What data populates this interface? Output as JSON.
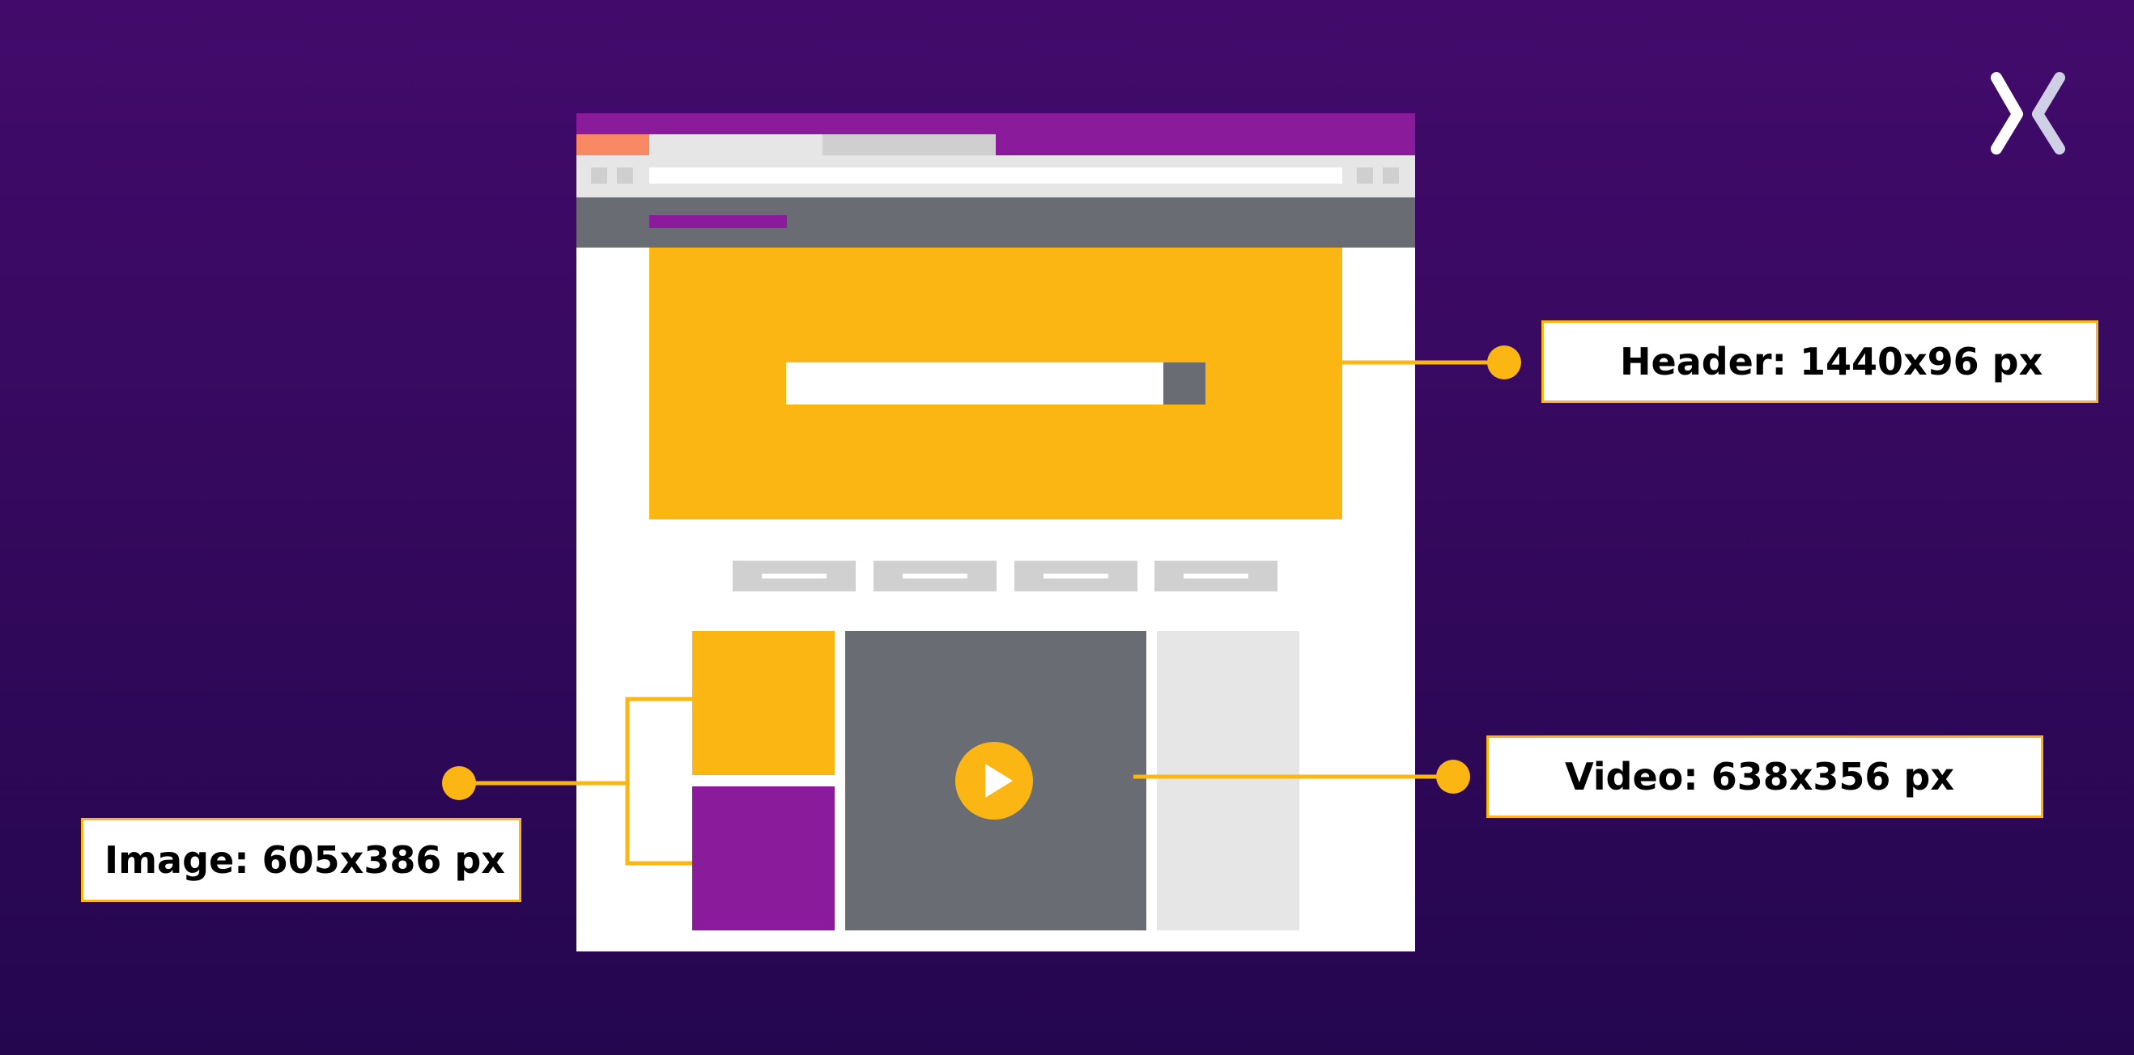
{
  "colors": {
    "background_top": "#420b6b",
    "background_bottom": "#24064f",
    "browser_bar": "#8a1c9c",
    "active_tab": "#f98965",
    "tab_inactive_light": "#e6e6e6",
    "tab_inactive_dark": "#cfcfcf",
    "nav_bar": "#6a6c74",
    "accent": "#fbb614",
    "gray_tile": "#6a6c74",
    "light_tile": "#e6e6e6",
    "purple_tile": "#8a1c9c",
    "button": "#d0d0d0",
    "white": "#ffffff"
  },
  "logo": {
    "icon": "x-logo-icon"
  },
  "play_button": {
    "icon": "play-icon"
  },
  "callouts": {
    "header": "Header: 1440x96 px",
    "video": "Video: 638x356 px",
    "image": "Image: 605x386 px"
  }
}
